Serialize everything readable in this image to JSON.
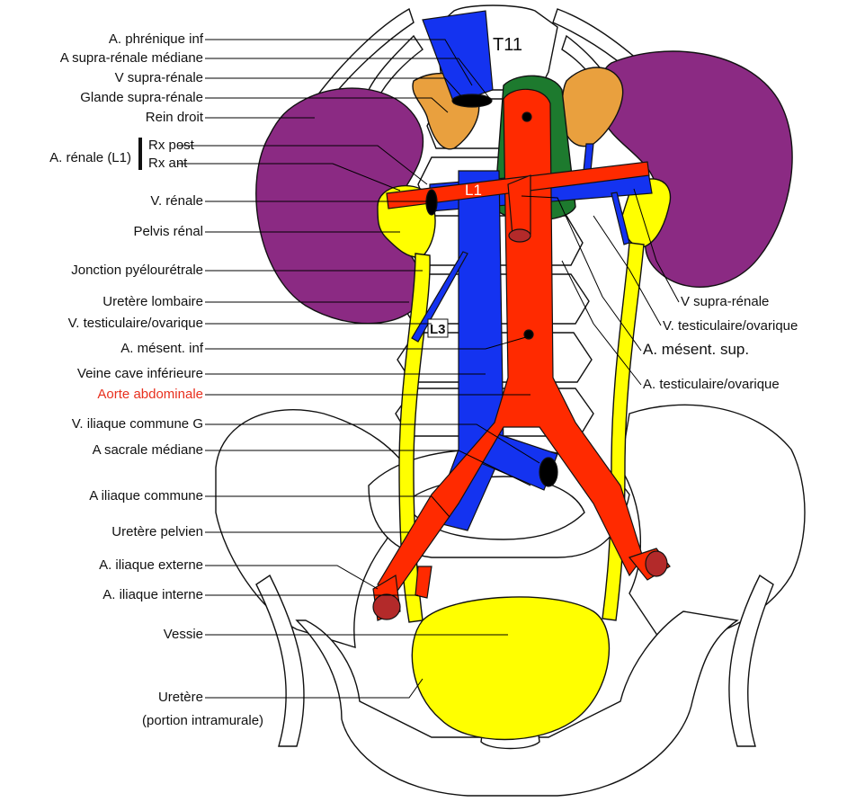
{
  "vertebra_labels": {
    "t11": "T11",
    "l1": "L1",
    "l3": "L3"
  },
  "left_labels": [
    "A. phrénique inf",
    "A supra-rénale médiane",
    "V supra-rénale",
    "Glande supra-rénale",
    "Rein droit",
    "A. rénale (L1)",
    "Rx post",
    "Rx ant",
    "V. rénale",
    "Pelvis rénal",
    "Jonction pyélourétrale",
    "Uretère lombaire",
    "V. testiculaire/ovarique",
    "A. mésent. inf",
    "Veine cave inférieure",
    "Aorte abdominale",
    "V. iliaque commune G",
    "A sacrale médiane",
    "A iliaque commune",
    "Uretère pelvien",
    "A. iliaque externe",
    "A. iliaque interne",
    "Vessie",
    "Uretère",
    "(portion intramurale)"
  ],
  "right_labels": [
    "V supra-rénale",
    "V. testiculaire/ovarique",
    "A. mésent. sup.",
    "A. testiculaire/ovarique"
  ],
  "colors": {
    "vein": "#1433f0",
    "artery": "#ff2a00",
    "ureter": "#ffff00",
    "kidney": "#8b2a83",
    "adrenal": "#e9a03e",
    "esophagus": "#1d7a2e",
    "highlight_label": "#e8301e",
    "text": "#111111"
  }
}
